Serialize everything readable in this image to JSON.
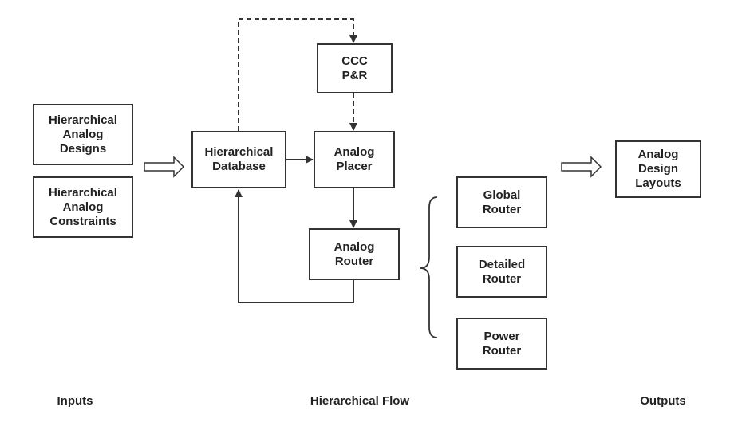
{
  "inputs": {
    "designs": "Hierarchical\nAnalog\nDesigns",
    "constraints": "Hierarchical\nAnalog\nConstraints"
  },
  "flow": {
    "database": "Hierarchical\nDatabase",
    "ccc": "CCC\nP&R",
    "placer": "Analog\nPlacer",
    "router": "Analog\nRouter"
  },
  "routers": {
    "global": "Global\nRouter",
    "detailed": "Detailed\nRouter",
    "power": "Power\nRouter"
  },
  "outputs": {
    "layouts": "Analog\nDesign\nLayouts"
  },
  "captions": {
    "inputs": "Inputs",
    "flow": "Hierarchical Flow",
    "outputs": "Outputs"
  },
  "colors": {
    "stroke": "#333333",
    "fill": "#ffffff"
  }
}
